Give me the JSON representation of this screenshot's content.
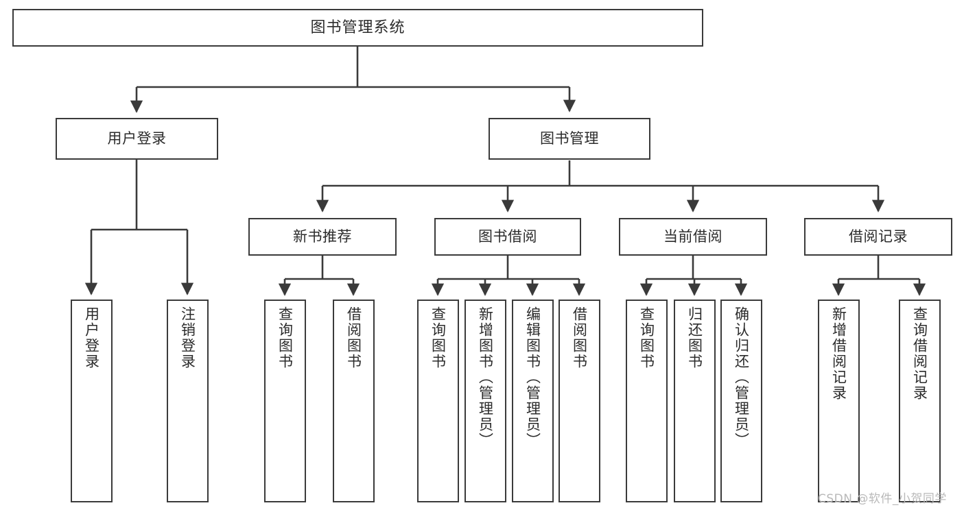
{
  "diagram": {
    "title": "图书管理系统",
    "type": "tree-hierarchy-chart",
    "watermark": "CSDN @软件_小贺同学",
    "line_color": "#3a3a3a",
    "text_color": "#2b2b2b",
    "background_color": "#ffffff"
  },
  "nodes": {
    "root": {
      "label": "图书管理系统"
    },
    "level2": [
      {
        "id": "user-login",
        "label": "用户登录"
      },
      {
        "id": "book-manage",
        "label": "图书管理"
      }
    ],
    "level3": [
      {
        "id": "new-book-recommend",
        "label": "新书推荐"
      },
      {
        "id": "book-borrow",
        "label": "图书借阅"
      },
      {
        "id": "current-borrow",
        "label": "当前借阅"
      },
      {
        "id": "borrow-record",
        "label": "借阅记录"
      }
    ],
    "leaves": {
      "user_login": [
        {
          "id": "leaf-user-login",
          "label": "用户登录"
        },
        {
          "id": "leaf-logout-login",
          "label": "注销登录"
        }
      ],
      "new_book_recommend": [
        {
          "id": "leaf-query-book-1",
          "label": "查询图书"
        },
        {
          "id": "leaf-borrow-book-1",
          "label": "借阅图书"
        }
      ],
      "book_borrow": [
        {
          "id": "leaf-query-book-2",
          "label": "查询图书"
        },
        {
          "id": "leaf-add-book-admin",
          "label": "新增图书（管理员）"
        },
        {
          "id": "leaf-edit-book-admin",
          "label": "编辑图书（管理员）"
        },
        {
          "id": "leaf-borrow-book-2",
          "label": "借阅图书"
        }
      ],
      "current_borrow": [
        {
          "id": "leaf-query-book-3",
          "label": "查询图书"
        },
        {
          "id": "leaf-return-book",
          "label": "归还图书"
        },
        {
          "id": "leaf-confirm-return-admin",
          "label": "确认归还（管理员）"
        }
      ],
      "borrow_record": [
        {
          "id": "leaf-add-borrow-record",
          "label": "新增借阅记录"
        },
        {
          "id": "leaf-query-borrow-record",
          "label": "查询借阅记录"
        }
      ]
    }
  }
}
